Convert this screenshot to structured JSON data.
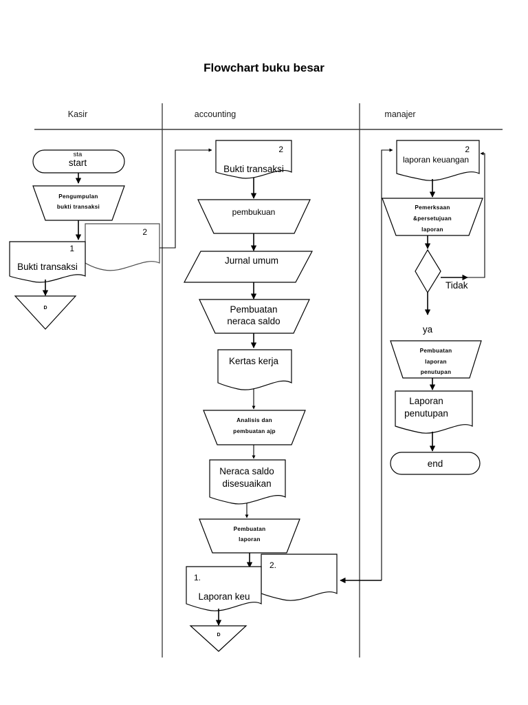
{
  "chart_data": {
    "type": "diagram",
    "title": "Flowchart buku besar",
    "lanes": [
      "Kasir",
      "accounting",
      "manajer"
    ]
  },
  "page": {
    "title": "Flowchart buku besar"
  },
  "lanes": [
    {
      "label": "Kasir"
    },
    {
      "label": "accounting"
    },
    {
      "label": "manajer"
    }
  ],
  "kasir": {
    "start": {
      "label": "start",
      "ghost_label": "sta"
    },
    "pengumpulan": {
      "line1": "Pengumpulan",
      "line2": "bukti transaksi"
    },
    "doc1": {
      "number": "1",
      "label": "Bukti transaksi"
    },
    "doc2": {
      "number": "2"
    },
    "archive": {
      "label": "D"
    }
  },
  "accounting": {
    "bukti": {
      "number": "2",
      "label": "Bukti transaksi"
    },
    "pembukuan": {
      "label": "pembukuan"
    },
    "jurnal": {
      "label": "Jurnal umum"
    },
    "neraca_saldo": {
      "line1": "Pembuatan",
      "line2": "neraca saldo"
    },
    "kertas_kerja": {
      "label": "Kertas kerja"
    },
    "analisis": {
      "line1": "Analisis dan",
      "line2": "pembuatan ajp"
    },
    "neraca_disesuaikan": {
      "line1": "Neraca saldo",
      "line2": "disesuaikan"
    },
    "pembuatan_laporan": {
      "line1": "Pembuatan",
      "line2": "laporan"
    },
    "laporan_doc1": {
      "number": "1.",
      "label": "Laporan keu"
    },
    "laporan_doc2": {
      "number": "2."
    },
    "archive": {
      "label": "D"
    }
  },
  "manajer": {
    "laporan_keuangan": {
      "number": "2",
      "label": "laporan keuangan"
    },
    "pemeriksaan": {
      "line1": "Pemerksaan",
      "line2": "&persetujuan",
      "line3": "laporan"
    },
    "decision": {
      "no_label": "Tidak",
      "yes_label": "ya"
    },
    "pembuatan_penutupan": {
      "line1": "Pembuatan",
      "line2": "laporan",
      "line3": "penutupan"
    },
    "laporan_penutupan": {
      "line1": "Laporan",
      "line2": "penutupan"
    },
    "end": {
      "label": "end"
    }
  },
  "colors": {
    "stroke": "#000000",
    "background": "#ffffff",
    "lane_divider": "#333333"
  }
}
